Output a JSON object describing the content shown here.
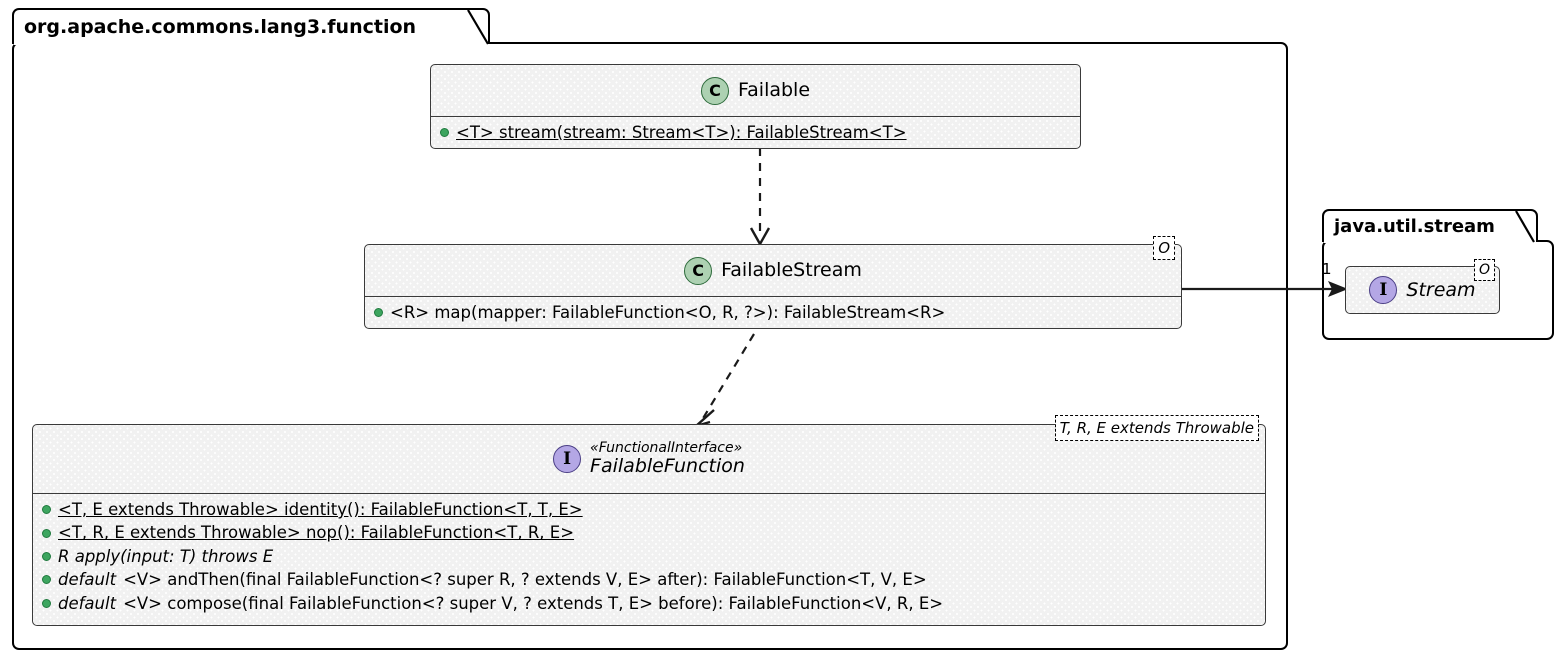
{
  "diagram": {
    "type": "uml-class-diagram",
    "packages": [
      {
        "id": "commons",
        "name": "org.apache.commons.lang3.function"
      },
      {
        "id": "jus",
        "name": "java.util.stream"
      }
    ]
  },
  "failable": {
    "badge": "C",
    "badge_kind": "class",
    "name": "Failable",
    "methods": [
      {
        "visibility_icon": "public-dot",
        "text": "<T> stream(stream: Stream<T>): FailableStream<T>",
        "static": true,
        "abstract": false
      }
    ]
  },
  "failable_stream": {
    "badge": "C",
    "badge_kind": "class",
    "name": "FailableStream",
    "generics": "O",
    "methods": [
      {
        "visibility_icon": "public-dot",
        "text": "<R> map(mapper: FailableFunction<O, R, ?>): FailableStream<R>",
        "static": false,
        "abstract": false
      }
    ]
  },
  "failable_function": {
    "badge": "I",
    "badge_kind": "interface",
    "stereotype": "«FunctionalInterface»",
    "name": "FailableFunction",
    "generics": "T, R, E extends Throwable",
    "methods": [
      {
        "visibility_icon": "public-dot",
        "keyword": "",
        "text": "<T, E extends Throwable> identity(): FailableFunction<T, T, E>",
        "static": true,
        "abstract": false
      },
      {
        "visibility_icon": "public-dot",
        "keyword": "",
        "text": "<T, R, E extends Throwable> nop(): FailableFunction<T, R, E>",
        "static": true,
        "abstract": false
      },
      {
        "visibility_icon": "public-dot",
        "keyword": "",
        "text": "R apply(input: T) throws E",
        "static": false,
        "abstract": true
      },
      {
        "visibility_icon": "public-dot",
        "keyword": "default",
        "text": "<V> andThen(final FailableFunction<? super R, ? extends V, E> after): FailableFunction<T, V, E>",
        "static": false,
        "abstract": false
      },
      {
        "visibility_icon": "public-dot",
        "keyword": "default",
        "text": "<V> compose(final FailableFunction<? super V, ? extends T, E> before): FailableFunction<V, R, E>",
        "static": false,
        "abstract": false
      }
    ]
  },
  "stream": {
    "badge": "I",
    "badge_kind": "interface",
    "name": "Stream",
    "generics": "O"
  },
  "connectors": [
    {
      "id": "failable-to-failablestream",
      "kind": "dependency",
      "style": "dashed",
      "from": "Failable",
      "to": "FailableStream",
      "label": ""
    },
    {
      "id": "failablestream-to-failablefunction",
      "kind": "dependency",
      "style": "dashed",
      "from": "FailableStream",
      "to": "FailableFunction",
      "label": ""
    },
    {
      "id": "failablestream-to-stream",
      "kind": "association",
      "style": "solid",
      "from": "FailableStream",
      "to": "Stream",
      "label": "1"
    }
  ],
  "colors": {
    "class_badge": "#ADD1B2",
    "interface_badge": "#B4A7E5",
    "box_fill": "#F1F1F1",
    "border": "#3A3A3A",
    "member_dot": "#3DA55F",
    "page_bg": "#FFFFFF"
  }
}
